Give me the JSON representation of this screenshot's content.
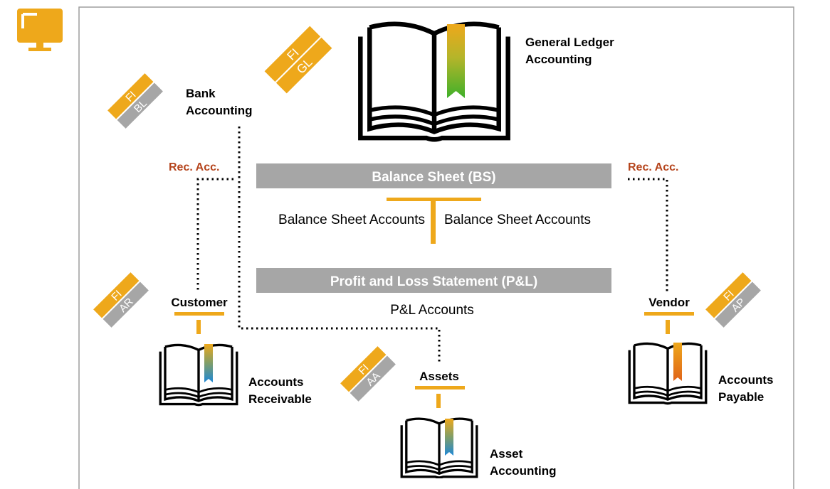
{
  "colors": {
    "orange": "#EEA81B",
    "gray": "#A6A6A6",
    "rec_acc": "#B5441C",
    "frame": "#9E9E9E",
    "ink": "#000000"
  },
  "modules": {
    "gl": {
      "fi": "FI",
      "sub": "GL"
    },
    "bl": {
      "fi": "FI",
      "sub": "BL"
    },
    "ar": {
      "fi": "FI",
      "sub": "AR"
    },
    "ap": {
      "fi": "FI",
      "sub": "AP"
    },
    "aa": {
      "fi": "FI",
      "sub": "AA"
    }
  },
  "labels": {
    "gl_line1": "General Ledger",
    "gl_line2": "Accounting",
    "bank_line1": "Bank",
    "bank_line2": "Accounting",
    "rec_acc_left": "Rec. Acc.",
    "rec_acc_right": "Rec. Acc.",
    "balance_sheet": "Balance Sheet (BS)",
    "bs_accounts_left": "Balance Sheet Accounts",
    "bs_accounts_right": "Balance Sheet Accounts",
    "pl_statement": "Profit and Loss Statement (P&L)",
    "pl_accounts": "P&L Accounts",
    "customer": "Customer",
    "vendor": "Vendor",
    "assets": "Assets",
    "ar_line1": "Accounts",
    "ar_line2": "Receivable",
    "ap_line1": "Accounts",
    "ap_line2": "Payable",
    "aa_line1": "Asset",
    "aa_line2": "Accounting"
  },
  "icons": {
    "app": "monitor-icon",
    "book": "open-book-icon"
  }
}
